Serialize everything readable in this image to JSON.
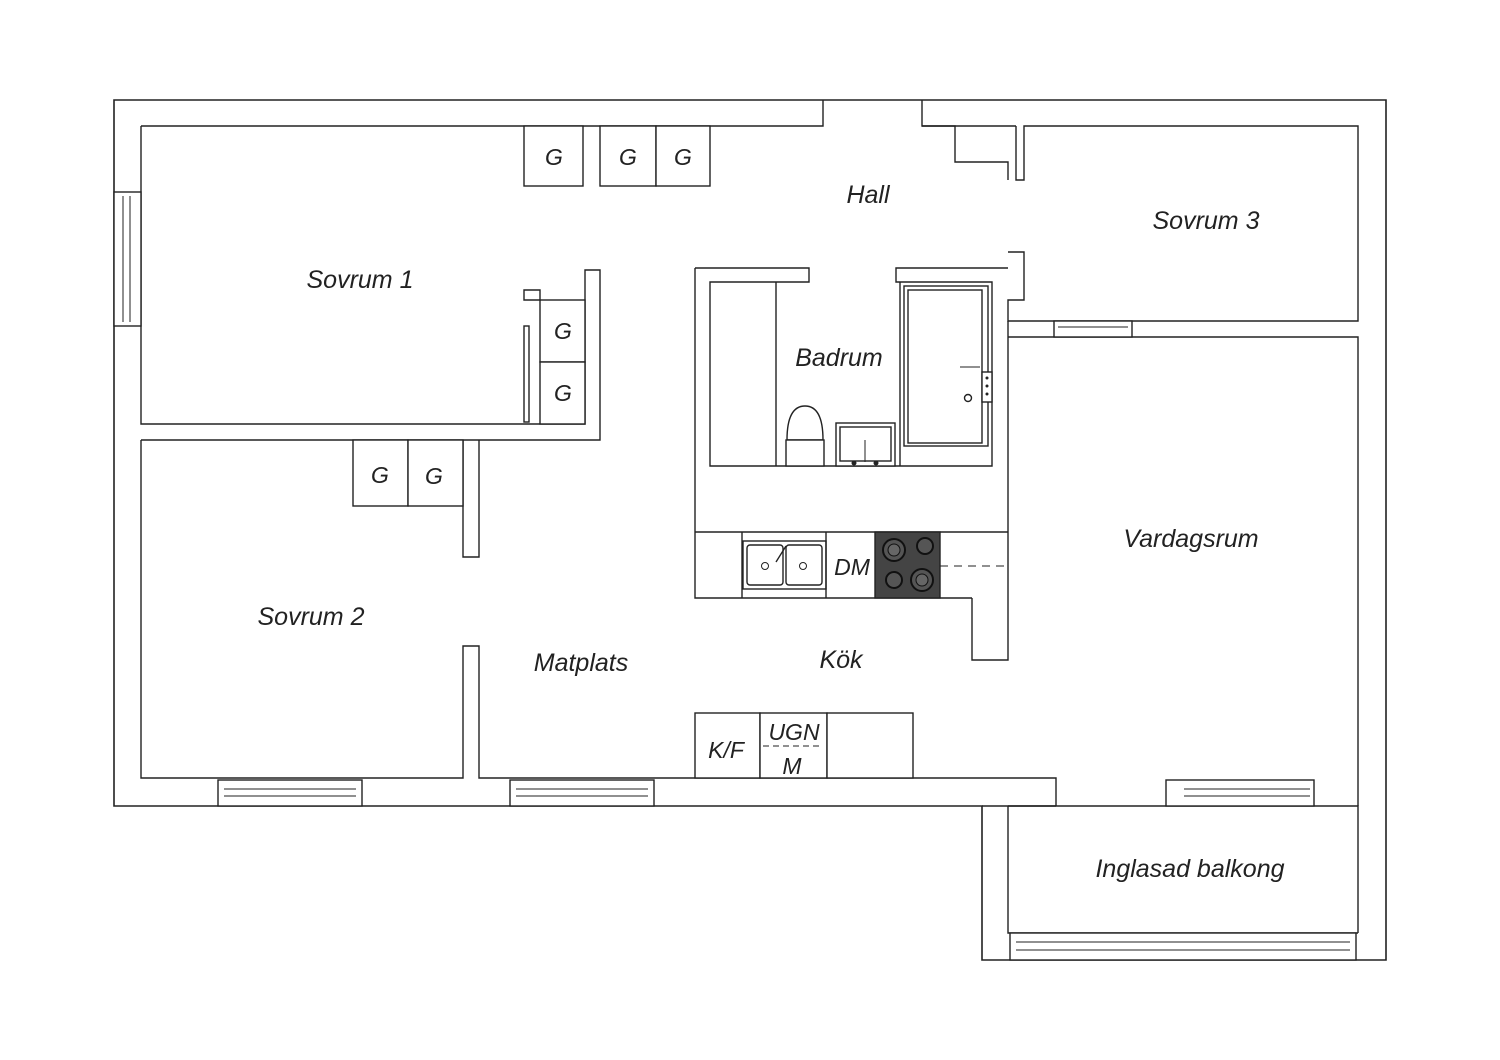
{
  "rooms": {
    "sovrum1": "Sovrum 1",
    "sovrum2": "Sovrum 2",
    "sovrum3": "Sovrum 3",
    "hall": "Hall",
    "badrum": "Badrum",
    "vardagsrum": "Vardagsrum",
    "matplats": "Matplats",
    "kok": "Kök",
    "balkong": "Inglasad balkong"
  },
  "fixtures": {
    "wardrobe": "G",
    "dishwasher": "DM",
    "fridge_freezer": "K/F",
    "oven": "UGN",
    "microwave": "M"
  },
  "colors": {
    "wall": "#222222",
    "background": "#ffffff",
    "stove": "#444444"
  }
}
